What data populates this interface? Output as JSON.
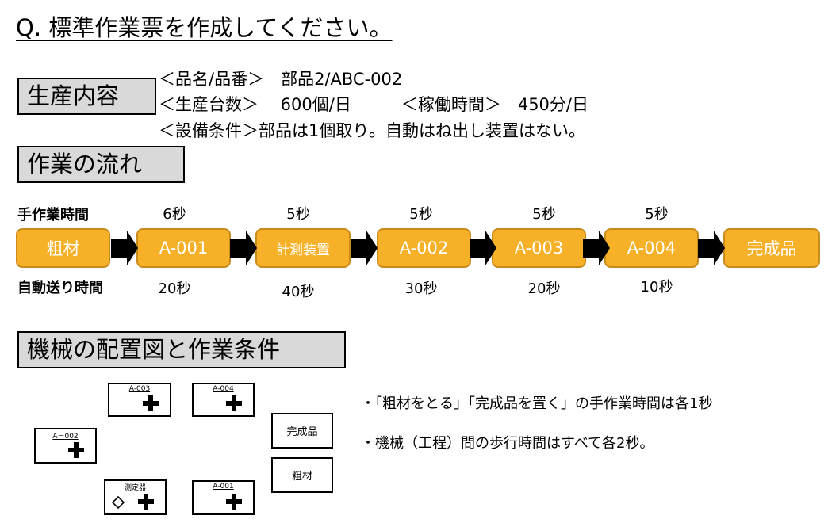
{
  "title": "Q. 標準作業票を作成してください。",
  "production": {
    "heading": "生産内容",
    "line1": "＜品名/品番＞　部品2/ABC-002",
    "line2": "＜生産台数＞　 600個/日　　　＜稼働時間＞　450分/日",
    "line3": "＜設備条件＞部品は1個取り。自動はね出し装置はない。"
  },
  "flow": {
    "heading": "作業の流れ",
    "manual_label": "手作業時間",
    "auto_label": "自動送り時間",
    "steps": [
      "粗材",
      "A-001",
      "計測装置",
      "A-002",
      "A-003",
      "A-004",
      "完成品"
    ],
    "manual_times": [
      "6秒",
      "5秒",
      "5秒",
      "5秒",
      "5秒"
    ],
    "auto_times": [
      "20秒",
      "40秒",
      "30秒",
      "20秒",
      "10秒"
    ]
  },
  "layout": {
    "heading": "機械の配置図と作業条件",
    "machines": {
      "a003": "A-003",
      "a004": "A-004",
      "a002": "A－002",
      "meas": "測定器",
      "a001": "A-001"
    },
    "stations": {
      "finished": "完成品",
      "raw": "粗材"
    },
    "notes": [
      "・「粗材をとる」「完成品を置く」の手作業時間は各1秒",
      "・機械（工程）間の歩行時間はすべて各2秒。"
    ]
  },
  "colors": {
    "process_fill": "#f7b128",
    "section_fill": "#d9d9d9"
  }
}
